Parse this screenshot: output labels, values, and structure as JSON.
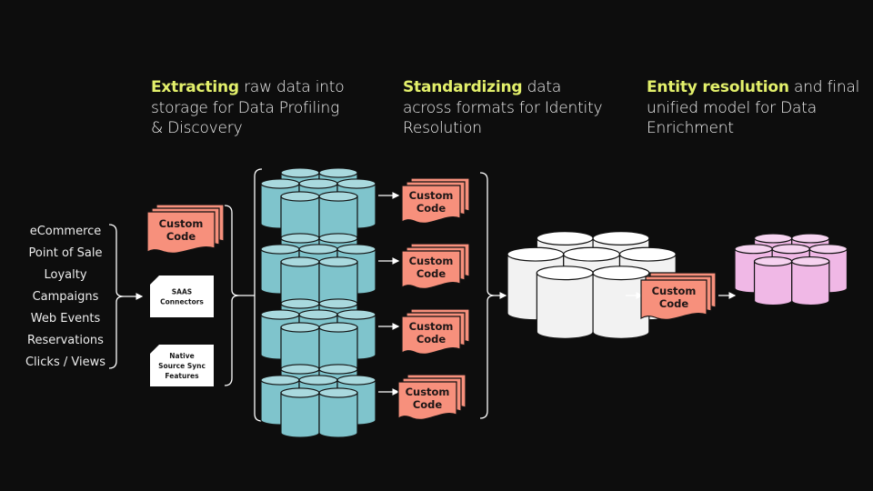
{
  "headings": [
    {
      "highlight": "Extracting",
      "rest": " raw data into storage for Data Profiling & Discovery"
    },
    {
      "highlight": "Standardizing",
      "rest": " data across formats for Identity Resolution"
    },
    {
      "highlight": "Entity resolution",
      "rest": " and final unified model for Data Enrichment"
    }
  ],
  "sources": [
    "eCommerce",
    "Point of Sale",
    "Loyalty",
    "Campaigns",
    "Web Events",
    "Reservations",
    "Clicks / Views"
  ],
  "ingestion_tools": [
    {
      "type": "custom-code",
      "lines": [
        "Custom",
        "Code"
      ]
    },
    {
      "type": "document",
      "lines": [
        "SAAS",
        "Connectors"
      ]
    },
    {
      "type": "document",
      "lines": [
        "Native",
        "Source Sync",
        "Features"
      ]
    }
  ],
  "raw_storage_groups": 4,
  "standardize_code": [
    {
      "lines": [
        "Custom",
        "Code"
      ]
    },
    {
      "lines": [
        "Custom",
        "Code"
      ]
    },
    {
      "lines": [
        "Custom",
        "Code"
      ]
    },
    {
      "lines": [
        "Custom",
        "Code"
      ]
    }
  ],
  "resolution_code": {
    "lines": [
      "Custom",
      "Code"
    ]
  },
  "colors": {
    "background": "#0d0d0d",
    "highlight": "#e3f06b",
    "custom_code": "#f7907c",
    "raw_db": "#7fc4cc",
    "raw_db_top": "#a9d9de",
    "standard_db": "#f2f2f2",
    "standard_db_top": "#ffffff",
    "unified_db": "#f0b8e6",
    "unified_db_top": "#f6d3f0",
    "document": "#ffffff",
    "line": "#ffffff"
  }
}
